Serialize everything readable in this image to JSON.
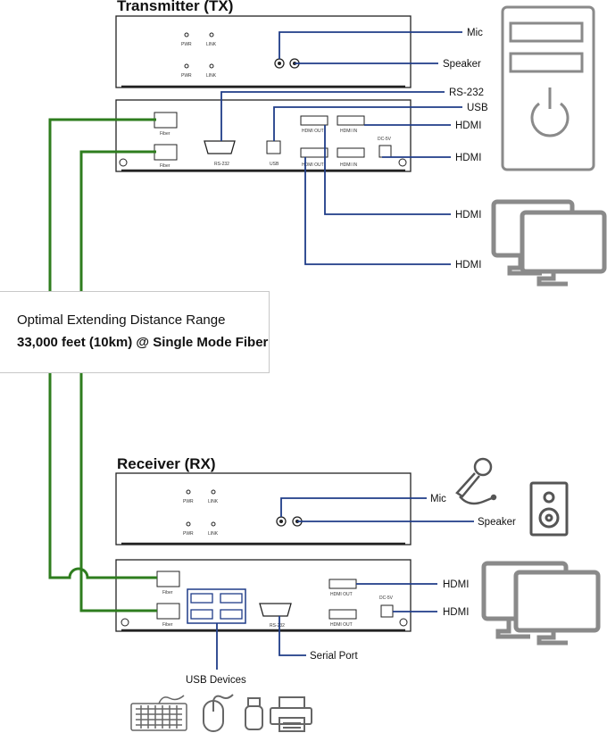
{
  "titles": {
    "tx": "Transmitter (TX)",
    "rx": "Receiver (RX)"
  },
  "banner": {
    "line1": "Optimal Extending Distance Range",
    "line2": "33,000 feet (10km) @ Single Mode Fiber"
  },
  "callouts": {
    "tx_mic": "Mic",
    "tx_speaker": "Speaker",
    "tx_rs232": "RS-232",
    "tx_usb": "USB",
    "tx_hdmi_1": "HDMI",
    "tx_hdmi_2": "HDMI",
    "tx_hdmi_3": "HDMI",
    "tx_hdmi_4": "HDMI",
    "rx_mic": "Mic",
    "rx_speaker": "Speaker",
    "rx_hdmi_1": "HDMI",
    "rx_hdmi_2": "HDMI",
    "rx_serial": "Serial Port",
    "rx_usb_devices": "USB Devices"
  },
  "panel_labels": {
    "pwr": "PWR",
    "link": "LINK",
    "fiber": "Fiber",
    "rs232": "RS-232",
    "usb": "USB",
    "hdmi_out": "HDMI OUT",
    "hdmi_in": "HDMI IN",
    "dc": "DC-5V"
  },
  "colors": {
    "fiber_line": "#2e7d1e",
    "signal_line": "#1f3c88",
    "device_gray": "#8a8a8a"
  },
  "icons": [
    "pc-tower-icon",
    "monitor-pair-icon",
    "microphone-icon",
    "speaker-icon",
    "keyboard-icon",
    "mouse-icon",
    "usb-drive-icon",
    "printer-icon"
  ]
}
